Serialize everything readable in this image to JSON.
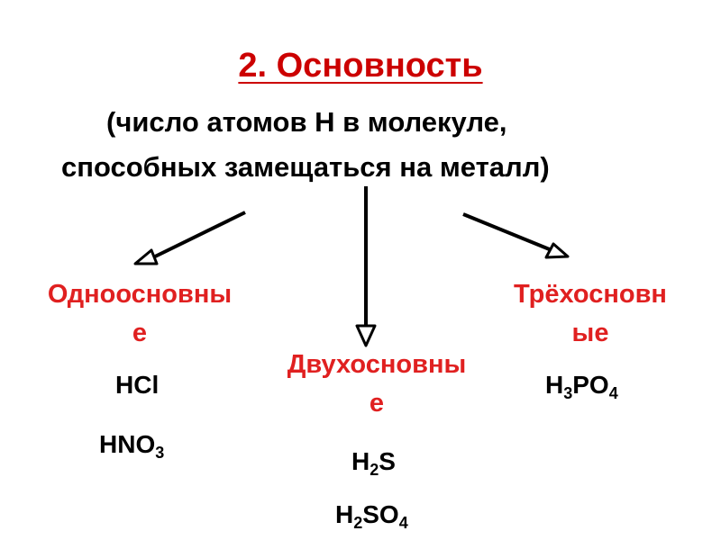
{
  "title": "2. Основность",
  "subtitle": {
    "line1": "(число атомов Н в молекуле,",
    "line2": "способных замещаться на металл)"
  },
  "categories": [
    {
      "line1": "Одноосновны",
      "line2": "е",
      "formulas": [
        {
          "parts": [
            "HCl"
          ]
        },
        {
          "parts": [
            "HNO",
            "3"
          ]
        }
      ]
    },
    {
      "line1": "Двухосновны",
      "line2": "е",
      "formulas": [
        {
          "parts": [
            "H",
            "2",
            "S"
          ]
        },
        {
          "parts": [
            "H",
            "2",
            "SO",
            "4"
          ]
        }
      ]
    },
    {
      "line1": "Трёхосновн",
      "line2": "ые",
      "formulas": [
        {
          "parts": [
            "H",
            "3",
            "PO",
            "4"
          ]
        }
      ]
    }
  ],
  "colors": {
    "title": "#cc0000",
    "category": "#e02020",
    "text": "#000000"
  }
}
